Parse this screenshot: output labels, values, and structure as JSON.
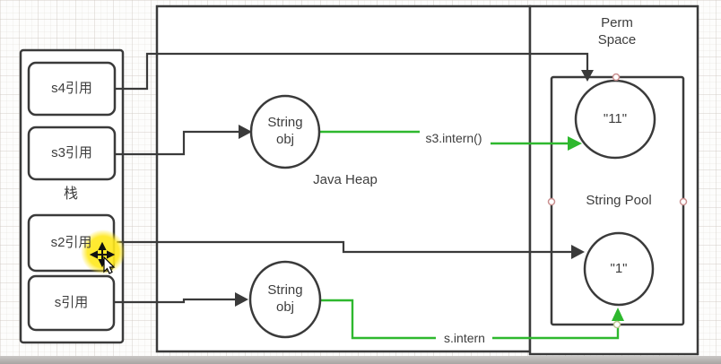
{
  "stack": {
    "label": "栈",
    "refs": [
      {
        "label": "s4引用"
      },
      {
        "label": "s3引用"
      },
      {
        "label": "s2引用"
      },
      {
        "label": "s引用"
      }
    ]
  },
  "heap": {
    "label": "Java Heap",
    "objects": [
      {
        "label": "String\nobj"
      },
      {
        "label": "String\nobj"
      }
    ]
  },
  "perm": {
    "label": "Perm\nSpace",
    "pool": {
      "label": "String Pool",
      "entries": [
        {
          "label": "\"11\""
        },
        {
          "label": "\"1\""
        }
      ]
    }
  },
  "edges": {
    "s3_intern_label": "s3.intern()",
    "s_intern_label": "s.intern"
  },
  "accents": {
    "line_color": "#3a3a3a",
    "intern_arrow_color": "#2eb82e",
    "highlight_color": "#ffe000",
    "connection_point_color": "#c98f8f"
  }
}
